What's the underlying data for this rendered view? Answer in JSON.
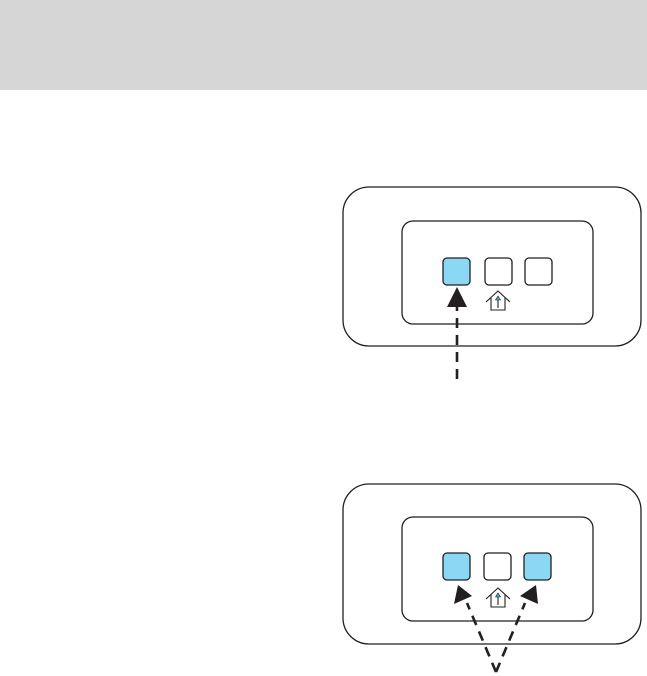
{
  "colors": {
    "header_bar": "#d6d6d6",
    "outline": "#231f20",
    "highlight_fill": "#8ad8f4",
    "button_fill": "#ffffff",
    "background": "#ffffff"
  },
  "diagrams": [
    {
      "id": "single-button-press",
      "buttons": [
        {
          "position": 1,
          "highlighted": true
        },
        {
          "position": 2,
          "highlighted": false
        },
        {
          "position": 3,
          "highlighted": false
        }
      ],
      "indicator_icon": "home-arrow-icon",
      "arrow_style": "dashed",
      "arrows_to_buttons": [
        1
      ]
    },
    {
      "id": "two-button-press",
      "buttons": [
        {
          "position": 1,
          "highlighted": true
        },
        {
          "position": 2,
          "highlighted": false
        },
        {
          "position": 3,
          "highlighted": true
        }
      ],
      "indicator_icon": "home-arrow-icon",
      "arrow_style": "dashed",
      "arrows_to_buttons": [
        1,
        3
      ]
    }
  ]
}
